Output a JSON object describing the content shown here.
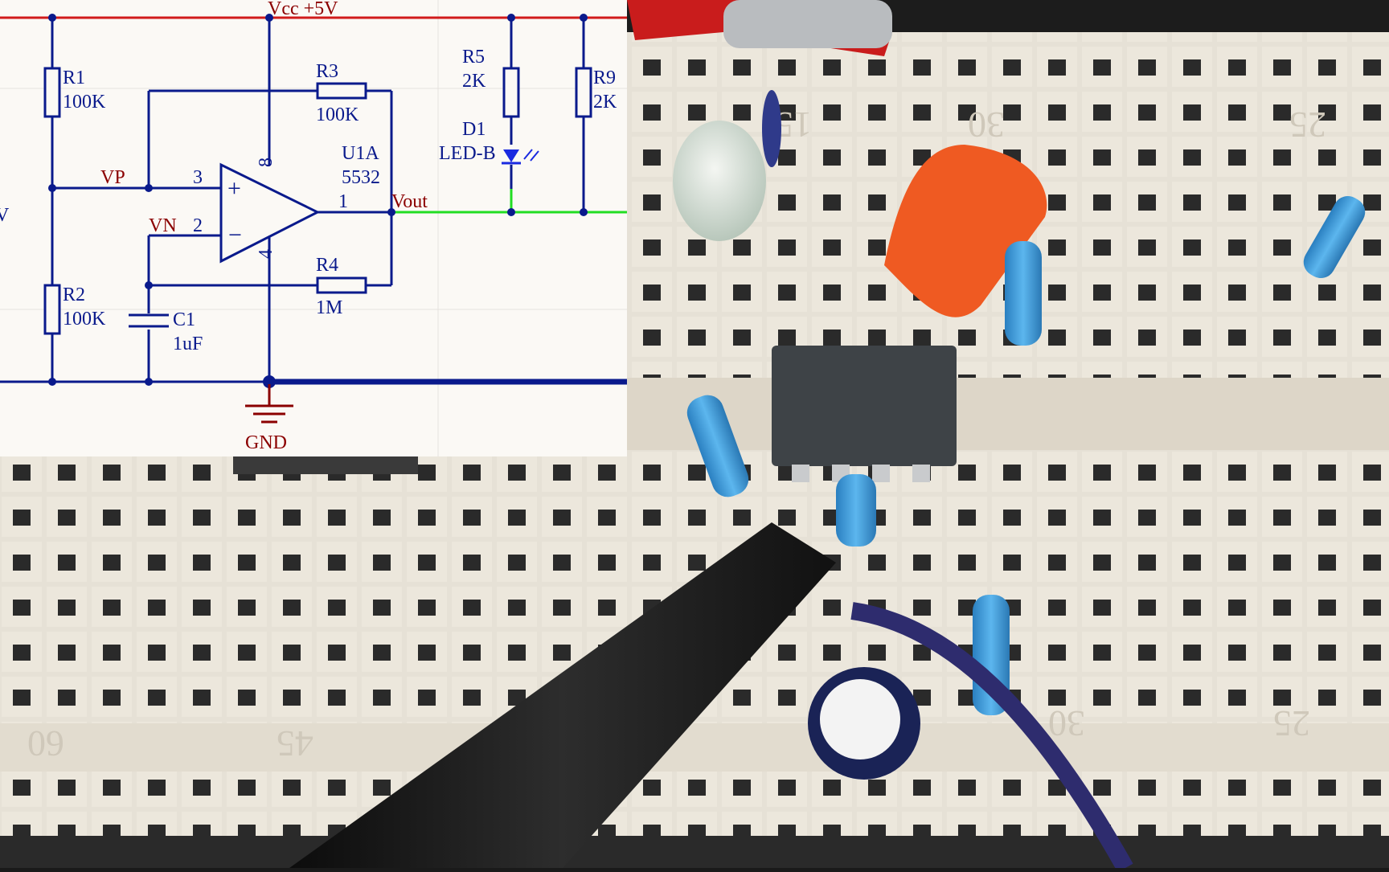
{
  "schematic": {
    "vcc_label": "Vcc +5V",
    "gnd_label": "GND",
    "r1": {
      "ref": "R1",
      "value": "100K"
    },
    "r2": {
      "ref": "R2",
      "value": "100K"
    },
    "r3": {
      "ref": "R3",
      "value": "100K"
    },
    "r4": {
      "ref": "R4",
      "value": "1M"
    },
    "r5": {
      "ref": "R5",
      "value": "2K"
    },
    "r9": {
      "ref": "R9",
      "value": "2K"
    },
    "c1": {
      "ref": "C1",
      "value": "1uF"
    },
    "d1": {
      "ref": "D1",
      "value": "LED-B"
    },
    "u1": {
      "ref": "U1A",
      "value": "5532"
    },
    "nets": {
      "vp": "VP",
      "vn": "VN",
      "vout": "Vout"
    },
    "pins": {
      "p3": "3",
      "p2": "2",
      "p1": "1",
      "p8": "8",
      "p4": "4"
    },
    "opamp_signs": {
      "plus": "+",
      "minus": "−"
    },
    "stray_label": "V"
  },
  "breadboard_labels": [
    "15",
    "30",
    "25",
    "45",
    "60",
    "30",
    "25"
  ],
  "colors": {
    "wire_blue": "#0a1a8c",
    "wire_red": "#d11b1b",
    "wire_green": "#22dd22",
    "label_red": "#8b0000",
    "schematic_bg": "#fbf9f5",
    "breadboard": "#e9e4da"
  }
}
